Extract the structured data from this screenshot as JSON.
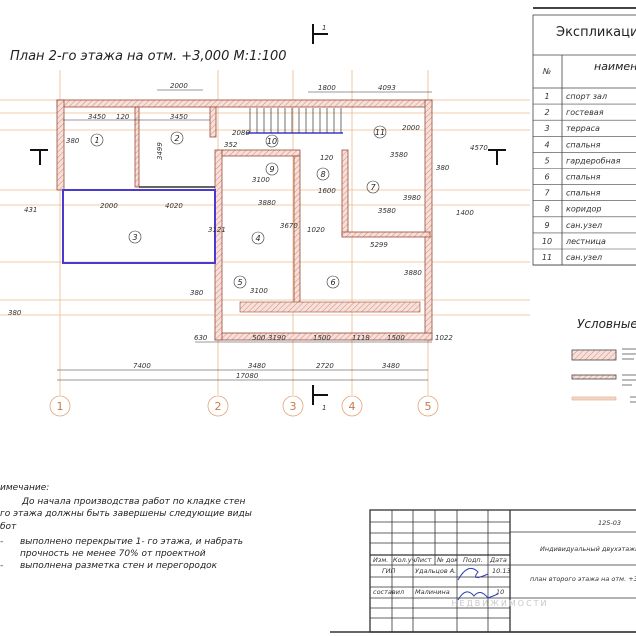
{
  "plan": {
    "title": "План 2-го этажа на отм. +3,000 М:1:100",
    "section_mark": "1",
    "rooms": [
      "1",
      "2",
      "3",
      "4",
      "5",
      "6",
      "7",
      "8",
      "9",
      "10",
      "11"
    ],
    "axes": [
      "1",
      "2",
      "3",
      "4",
      "5"
    ],
    "dims_top": [
      "2000",
      "3450",
      "120",
      "3450",
      "1800",
      "4093",
      "380"
    ],
    "dims_inner": [
      "3499",
      "2000",
      "4020",
      "3121",
      "380",
      "3100",
      "3880",
      "3670",
      "1600",
      "120",
      "3580",
      "3580",
      "3980",
      "5299",
      "3880",
      "3100",
      "2000",
      "4570",
      "1400",
      "380",
      "2080",
      "352",
      "1020"
    ],
    "dims_bottom_detail": [
      "630",
      "500",
      "3190",
      "1500",
      "1118",
      "1500",
      "1022"
    ],
    "dims_bottom_axes": [
      "7400",
      "3480",
      "2720",
      "3480"
    ],
    "dims_total": "17080",
    "dim_left": "431",
    "dim_corner": "380"
  },
  "explication": {
    "title": "Экспликаци",
    "col_number": "№",
    "col_name": "наимено",
    "rows": [
      {
        "n": "1",
        "name": "спорт зал"
      },
      {
        "n": "2",
        "name": "гостевая"
      },
      {
        "n": "3",
        "name": "терраса"
      },
      {
        "n": "4",
        "name": "спальня"
      },
      {
        "n": "5",
        "name": "гардеробная"
      },
      {
        "n": "6",
        "name": "спальня"
      },
      {
        "n": "7",
        "name": "спальня"
      },
      {
        "n": "8",
        "name": "коридор"
      },
      {
        "n": "9",
        "name": "сан.узел"
      },
      {
        "n": "10",
        "name": "лестница"
      },
      {
        "n": "11",
        "name": "сан.узел"
      }
    ]
  },
  "legend": {
    "title": "Условные"
  },
  "note": {
    "heading": "имечание:",
    "lines": [
      "До начала производства работ по кладке стен",
      "го этажа должны быть завершены следующие виды",
      "бот",
      "выполнено перекрытие  1- го этажа, и набрать",
      "прочность не менее  70%  от проектной",
      "выполнена разметка стен и перегородок"
    ],
    "bullet": "-"
  },
  "title_block": {
    "code": "125-03",
    "project": "Индивидуальный двухэтажн",
    "sheet_name": "план второго этажа на отм. +3,0",
    "headers": [
      "Изм.",
      "Кол.уч",
      "Лист",
      "№ док",
      "Подп.",
      "Дата"
    ],
    "roles": [
      {
        "role": "ГИП",
        "name": "Удальцов А.",
        "date": "10.13"
      },
      {
        "role": "составил",
        "name": "Малинина",
        "date": "10"
      }
    ]
  },
  "watermark": "НЕДВИЖИМОСТИ",
  "colors": {
    "wall": "#f4d6cf",
    "wall_stroke": "#b55a45",
    "grid": "#e9a86f",
    "terrace": "#4a3ad0",
    "ink": "#222222"
  }
}
